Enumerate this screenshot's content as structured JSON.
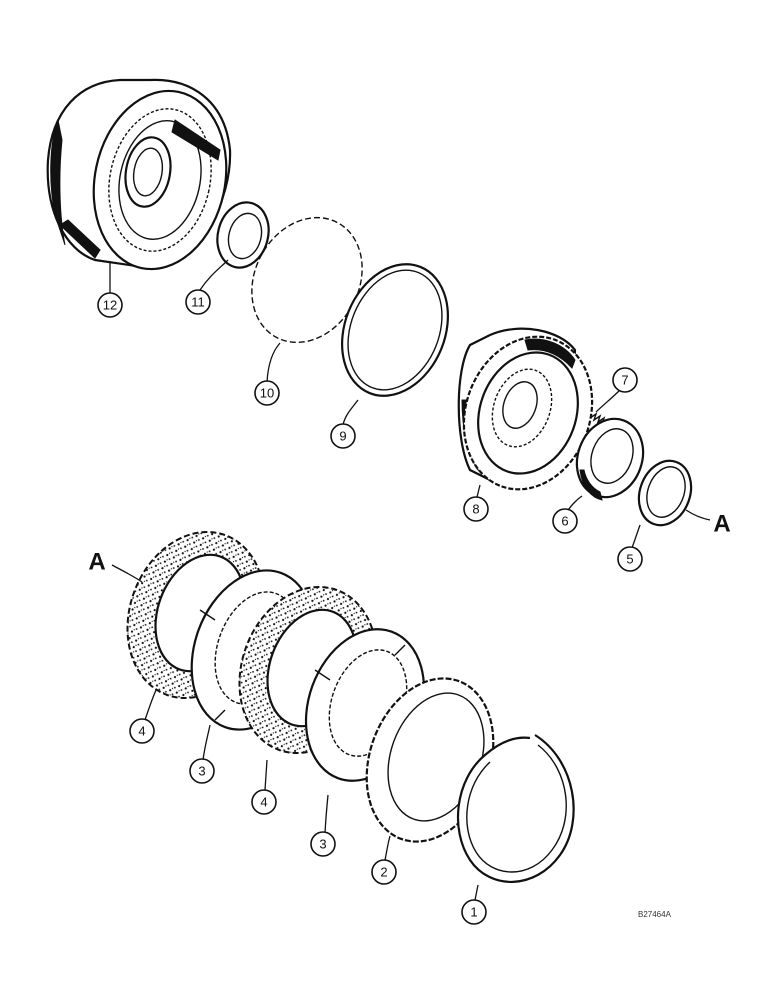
{
  "callouts": {
    "c1": "1",
    "c2": "2",
    "c3a": "3",
    "c3b": "3",
    "c4a": "4",
    "c4b": "4",
    "c5": "5",
    "c6": "6",
    "c7": "7",
    "c8": "8",
    "c9": "9",
    "c10": "10",
    "c11": "11",
    "c12": "12"
  },
  "ref_letters": {
    "right": "A",
    "left": "A"
  },
  "drawing_code": "B27464A",
  "colors": {
    "ink": "#111111",
    "paper": "#ffffff"
  }
}
